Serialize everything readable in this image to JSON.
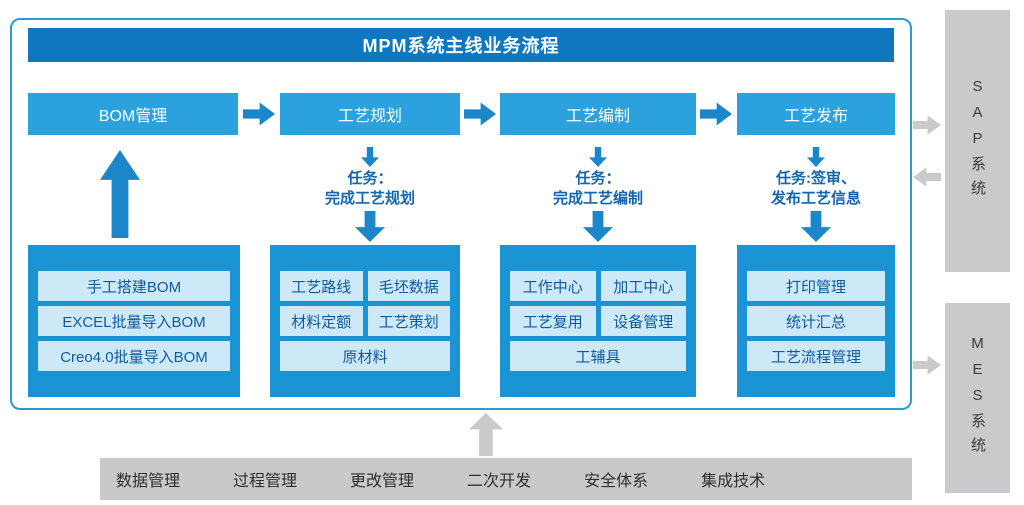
{
  "title": "MPM系统主线业务流程",
  "colors": {
    "banner_blue": "#0f76c0",
    "stage_blue": "#2ba1dd",
    "arrow_blue": "#1c86cb",
    "group_blue": "#1a94d4",
    "item_light_blue": "#cde9f7",
    "item_text_blue": "#0f5aa0",
    "task_text_blue": "#1566ae",
    "frame_border_blue": "#2e9ad5",
    "gray": "#c9cacb",
    "dark_text": "#2f2f2f"
  },
  "stages": [
    {
      "label": "BOM管理"
    },
    {
      "label": "工艺规划",
      "task_line1": "任务：",
      "task_line2": "完成工艺规划"
    },
    {
      "label": "工艺编制",
      "task_line1": "任务：",
      "task_line2": "完成工艺编制"
    },
    {
      "label": "工艺发布",
      "task_line1": "任务:签审、",
      "task_line2": "发布工艺信息"
    }
  ],
  "groups": {
    "bom": {
      "items": [
        "手工搭建BOM",
        "EXCEL批量导入BOM",
        "Creo4.0批量导入BOM"
      ]
    },
    "planning": {
      "cells": [
        "工艺路线",
        "毛坯数据",
        "材料定额",
        "工艺策划"
      ],
      "full_row": "原材料"
    },
    "authoring": {
      "cells": [
        "工作中心",
        "加工中心",
        "工艺复用",
        "设备管理"
      ],
      "full_row": "工辅具"
    },
    "publish": {
      "items": [
        "打印管理",
        "统计汇总",
        "工艺流程管理"
      ]
    }
  },
  "side_systems": {
    "sap": "SAP系统",
    "mes": "MES系统"
  },
  "foundation": {
    "items": [
      "数据管理",
      "过程管理",
      "更改管理",
      "二次开发",
      "安全体系",
      "集成技术"
    ]
  }
}
